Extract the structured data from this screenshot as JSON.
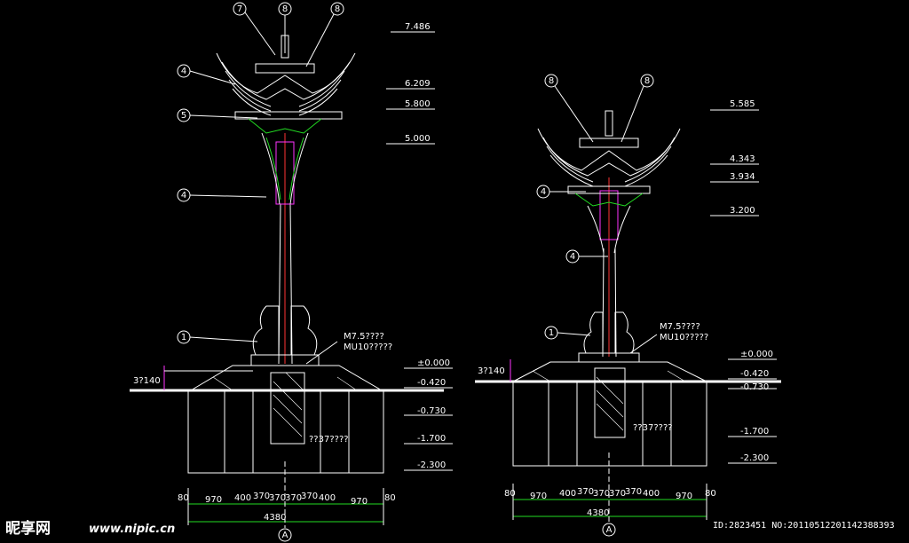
{
  "left_elevation": {
    "levels": [
      "7.486",
      "6.209",
      "5.800",
      "5.000",
      "±0.000",
      "-0.420",
      "-0.730",
      "-1.700",
      "-2.300"
    ],
    "note_mortar": "M7.5????",
    "note_brick": "MU10?????",
    "note_fill": "??37????",
    "ground_label": "3?140",
    "bottom_dims": [
      "80",
      "970",
      "400",
      "370",
      "370",
      "370",
      "370",
      "400",
      "970",
      "80"
    ],
    "total_dim": "4380",
    "axis_mark": "A",
    "callouts": [
      "7",
      "8",
      "8",
      "4",
      "5",
      "4",
      "1"
    ]
  },
  "right_elevation": {
    "levels": [
      "5.585",
      "4.343",
      "3.934",
      "3.200",
      "±0.000",
      "-0.420",
      "-0.730",
      "-1.700",
      "-2.300"
    ],
    "note_mortar": "M7.5????",
    "note_brick": "MU10?????",
    "note_fill": "??37????",
    "ground_label": "3?140",
    "bottom_dims": [
      "80",
      "970",
      "400",
      "370",
      "370",
      "370",
      "370",
      "400",
      "970",
      "80"
    ],
    "total_dim": "4380",
    "axis_mark": "A",
    "callouts": [
      "8",
      "8",
      "4",
      "4",
      "1"
    ]
  },
  "watermark": {
    "logo": "昵享网",
    "url": "www.nipic.cn"
  },
  "image_id": "ID:2823451 NO:20110512201142388393"
}
